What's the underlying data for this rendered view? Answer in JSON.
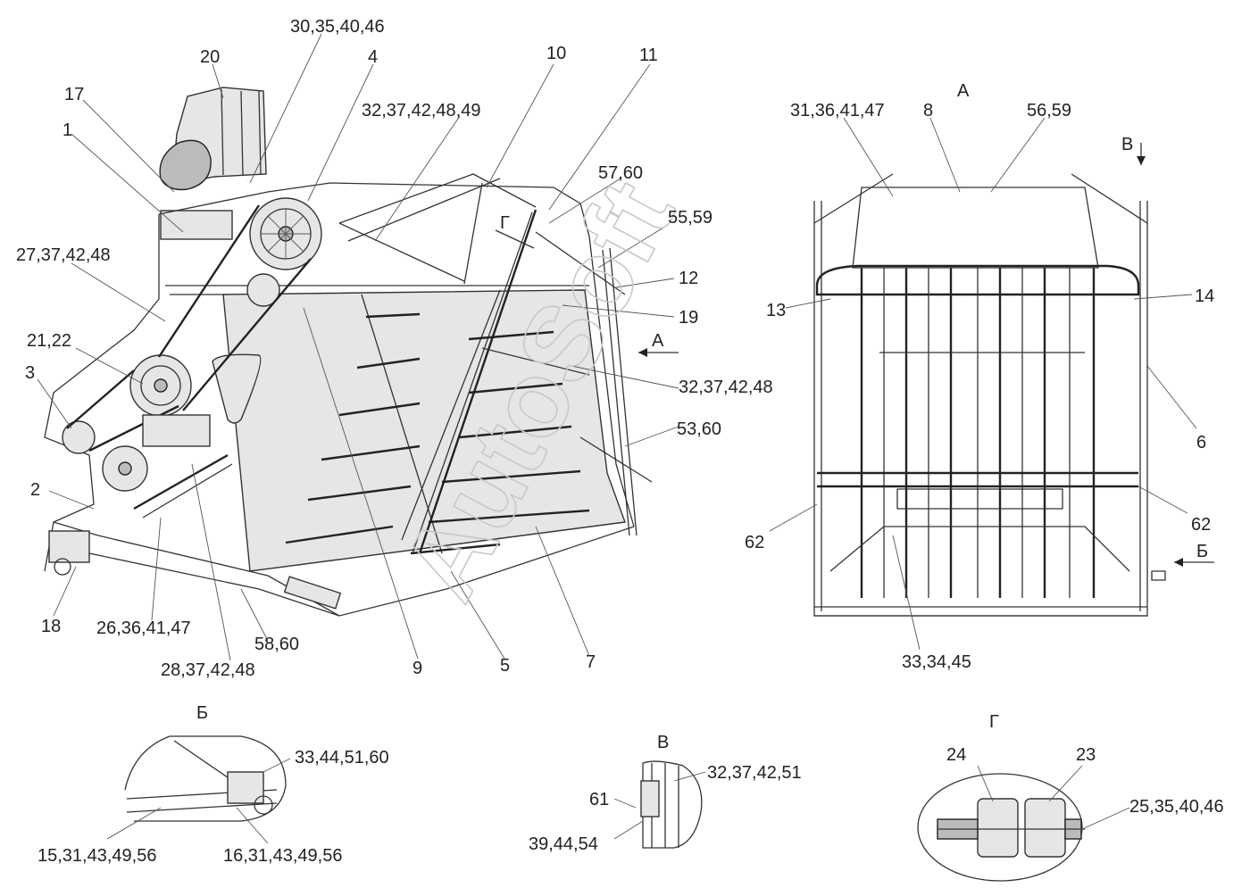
{
  "watermark": "AutoSoft",
  "labels": [
    {
      "id": "l1",
      "text": "30,35,40,46"
    },
    {
      "id": "l2",
      "text": "20"
    },
    {
      "id": "l3",
      "text": "4"
    },
    {
      "id": "l4",
      "text": "10"
    },
    {
      "id": "l5",
      "text": "11"
    },
    {
      "id": "l6",
      "text": "17"
    },
    {
      "id": "l7",
      "text": "1"
    },
    {
      "id": "l8",
      "text": "32,37,42,48,49"
    },
    {
      "id": "l9",
      "text": "57,60"
    },
    {
      "id": "l10",
      "text": "Г"
    },
    {
      "id": "l11",
      "text": "55,59"
    },
    {
      "id": "l12",
      "text": "27,37,42,48"
    },
    {
      "id": "l13",
      "text": "12"
    },
    {
      "id": "l14",
      "text": "19"
    },
    {
      "id": "l15",
      "text": "А"
    },
    {
      "id": "l16",
      "text": "21,22"
    },
    {
      "id": "l17",
      "text": "3"
    },
    {
      "id": "l18",
      "text": "32,37,42,48"
    },
    {
      "id": "l19",
      "text": "53,60"
    },
    {
      "id": "l20",
      "text": "2"
    },
    {
      "id": "l21",
      "text": "18"
    },
    {
      "id": "l22",
      "text": "26,36,41,47"
    },
    {
      "id": "l23",
      "text": "58,60"
    },
    {
      "id": "l24",
      "text": "28,37,42,48"
    },
    {
      "id": "l25",
      "text": "9"
    },
    {
      "id": "l26",
      "text": "5"
    },
    {
      "id": "l27",
      "text": "7"
    },
    {
      "id": "l28",
      "text": "А"
    },
    {
      "id": "l29",
      "text": "31,36,41,47"
    },
    {
      "id": "l30",
      "text": "8"
    },
    {
      "id": "l31",
      "text": "56,59"
    },
    {
      "id": "l32",
      "text": "В"
    },
    {
      "id": "l33",
      "text": "13"
    },
    {
      "id": "l34",
      "text": "14"
    },
    {
      "id": "l35",
      "text": "6"
    },
    {
      "id": "l36",
      "text": "62"
    },
    {
      "id": "l37",
      "text": "62"
    },
    {
      "id": "l38",
      "text": "Б"
    },
    {
      "id": "l39",
      "text": "33,34,45"
    },
    {
      "id": "l40",
      "text": "Б"
    },
    {
      "id": "l41",
      "text": "33,44,51,60"
    },
    {
      "id": "l42",
      "text": "15,31,43,49,56"
    },
    {
      "id": "l43",
      "text": "16,31,43,49,56"
    },
    {
      "id": "l44",
      "text": "В"
    },
    {
      "id": "l45",
      "text": "32,37,42,51"
    },
    {
      "id": "l46",
      "text": "61"
    },
    {
      "id": "l47",
      "text": "39,44,54"
    },
    {
      "id": "l48",
      "text": "Г"
    },
    {
      "id": "l49",
      "text": "24"
    },
    {
      "id": "l50",
      "text": "23"
    },
    {
      "id": "l51",
      "text": "25,35,40,46"
    }
  ]
}
